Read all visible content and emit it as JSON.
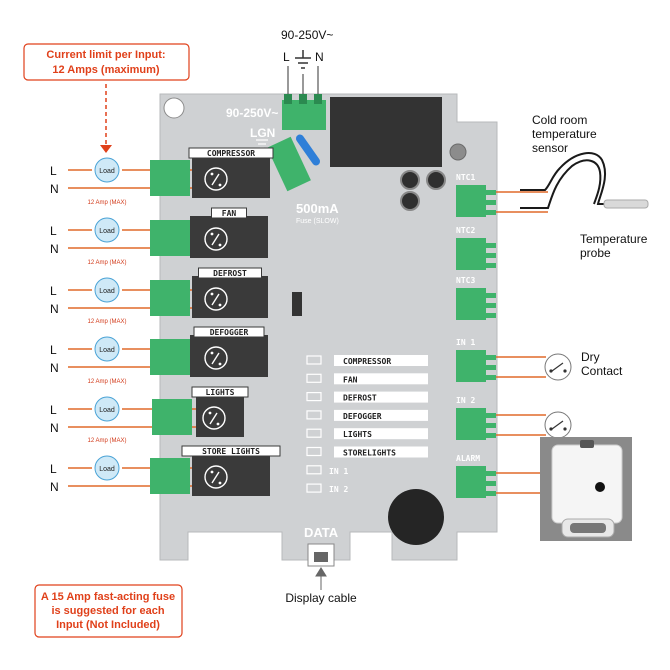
{
  "power": {
    "voltage": "90-250V~",
    "terminals": [
      "L",
      "N"
    ]
  },
  "board": {
    "voltage": "90-250V~",
    "lgn": "LGN",
    "fuse_rating": "500mA",
    "fuse_type": "Fuse (SLOW)",
    "data_label": "DATA"
  },
  "callouts": {
    "current_limit": [
      "Current limit per Input:",
      "12 Amps (maximum)"
    ],
    "fuse_note": [
      "A 15 Amp fast-acting fuse",
      "is suggested for each",
      "Input (Not Included)"
    ]
  },
  "outputs": [
    {
      "name": "COMPRESSOR",
      "amp_note": ""
    },
    {
      "name": "FAN",
      "amp_note": "12 Amp (MAX)"
    },
    {
      "name": "DEFROST",
      "amp_note": "12 Amp (MAX)"
    },
    {
      "name": "DEFOGGER",
      "amp_note": "12 Amp (MAX)"
    },
    {
      "name": "LIGHTS",
      "amp_note": "12 Amp (MAX)"
    },
    {
      "name": "STORE LIGHTS",
      "amp_note": "12 Amp (MAX)"
    }
  ],
  "load_label": "Load",
  "line_label": "L",
  "neutral_label": "N",
  "leds": [
    "COMPRESSOR",
    "FAN",
    "DEFROST",
    "DEFOGGER",
    "LIGHTS",
    "STORELIGHTS",
    "IN 1",
    "IN 2"
  ],
  "right_connectors": [
    "NTC1",
    "NTC2",
    "NTC3",
    "IN 1",
    "IN 2",
    "ALARM"
  ],
  "sensor": {
    "title": [
      "Cold room",
      "temperature",
      "sensor"
    ],
    "probe": [
      "Temperature",
      "probe"
    ]
  },
  "dry_contact": [
    "Dry",
    "Contact"
  ],
  "display_cable": "Display cable",
  "colors": {
    "board": "#cfd1d3",
    "relay": "#3a3a3a",
    "terminal": "#3fb36b",
    "wire": "#e06a2a",
    "callout": "#e0401a",
    "load": "#cfe9f7"
  }
}
